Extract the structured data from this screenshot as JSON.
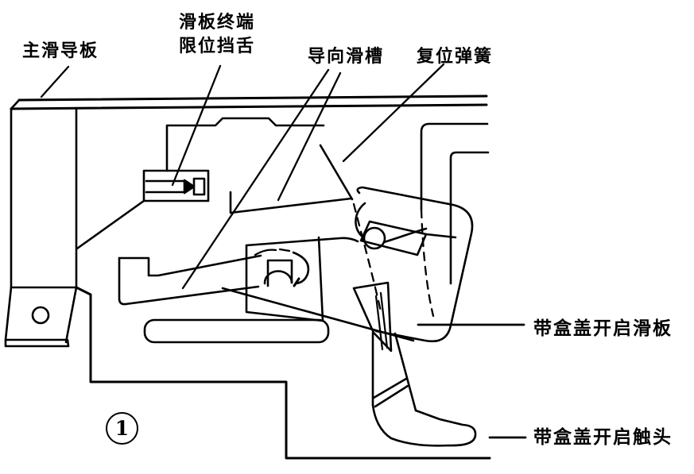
{
  "figure": {
    "background_color": "#ffffff",
    "line_color": "#000000",
    "figure_number": "1",
    "labels": {
      "main_guide_plate": "主滑导板",
      "stop_tongue_line1": "滑板终端",
      "stop_tongue_line2": "限位挡舌",
      "guide_groove": "导向滑槽",
      "return_spring": "复位弹簧",
      "cover_opening_slide": "带盒盖开启滑板",
      "cover_opening_contact": "带盒盖开启触头"
    }
  }
}
